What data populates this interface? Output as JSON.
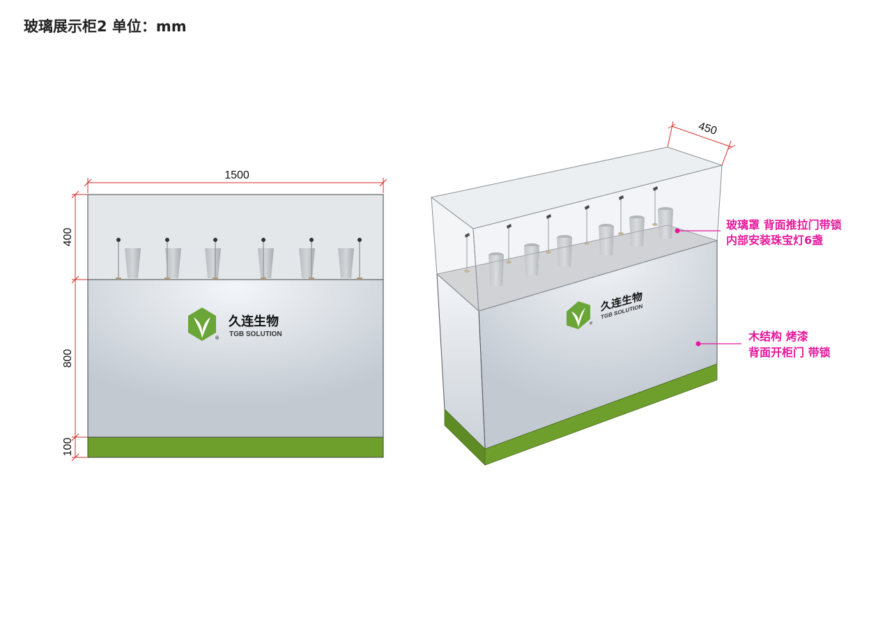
{
  "title": "玻璃展示柜2 单位：mm",
  "dimensions": {
    "width": "1500",
    "glass_height": "400",
    "body_height": "800",
    "base_height": "100",
    "depth": "450"
  },
  "brand": {
    "name_cn": "久连生物",
    "name_en": "TGB SOLUTION",
    "registered_mark": "®"
  },
  "callouts": {
    "glass": {
      "line1": "玻璃罩 背面推拉门带锁",
      "line2": "内部安装珠宝灯6盏"
    },
    "body": {
      "line1": "木结构 烤漆",
      "line2": "背面开柜门 带锁"
    }
  },
  "colors": {
    "dimension": "#d62828",
    "callout": "#e5179a",
    "base_green": "#6e9e2c",
    "brand_green": "#6aa537"
  }
}
